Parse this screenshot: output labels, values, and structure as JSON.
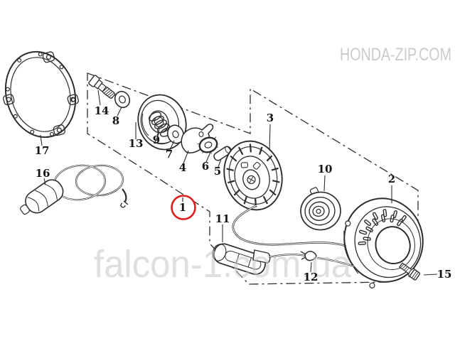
{
  "diagram_type": "exploded-parts-diagram",
  "watermarks": {
    "top_right": "HONDA-ZIP.COM",
    "center_large": "falcon-1.com.ua"
  },
  "colors": {
    "line": "#2d2d2d",
    "label_text": "#151515",
    "watermark_gray": "#c6c6c6",
    "highlight_red": "#dd1f1f",
    "background": "#ffffff"
  },
  "highlight": {
    "part_number": "1",
    "style": "red-circle"
  },
  "parts": [
    {
      "number": "1",
      "highlighted": true
    },
    {
      "number": "2",
      "highlighted": false
    },
    {
      "number": "3",
      "highlighted": false
    },
    {
      "number": "4",
      "highlighted": false
    },
    {
      "number": "5",
      "highlighted": false
    },
    {
      "number": "6",
      "highlighted": false
    },
    {
      "number": "7",
      "highlighted": false
    },
    {
      "number": "8",
      "highlighted": false
    },
    {
      "number": "9",
      "highlighted": false
    },
    {
      "number": "10",
      "highlighted": false
    },
    {
      "number": "11",
      "highlighted": false
    },
    {
      "number": "12",
      "highlighted": false
    },
    {
      "number": "13",
      "highlighted": false
    },
    {
      "number": "14",
      "highlighted": false
    },
    {
      "number": "15",
      "highlighted": false
    },
    {
      "number": "16",
      "highlighted": false
    },
    {
      "number": "17",
      "highlighted": false
    }
  ]
}
